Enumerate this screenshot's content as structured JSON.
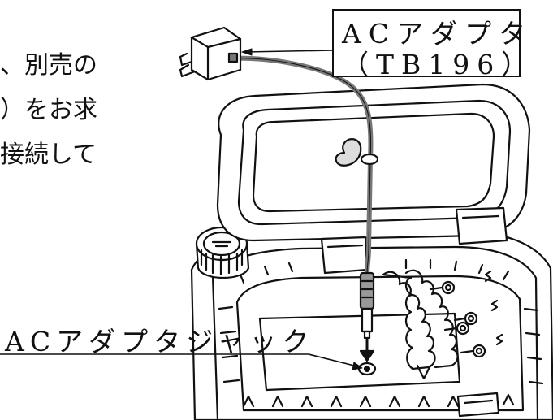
{
  "text": {
    "para_line1": "、別売の",
    "para_line2": "）をお求",
    "para_line3": "接続して"
  },
  "labels": {
    "adapter_name": "ACアダプタ",
    "adapter_model": "（TB196）",
    "jack": "ACアダプタジャック"
  },
  "colors": {
    "line": "#111111",
    "cord": "#777777",
    "background": "#ffffff"
  }
}
